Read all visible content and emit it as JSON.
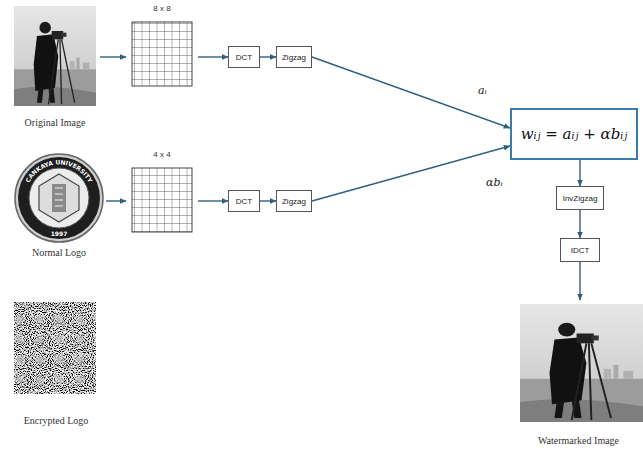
{
  "diagram": {
    "nodes": [
      {
        "text": [
          "Original Image"
        ]
      },
      {
        "text": [
          "8 x 8"
        ]
      },
      {
        "text": [
          "DCT"
        ]
      },
      {
        "text": [
          "Zigzag"
        ]
      },
      {
        "text": [
          "Normal Logo"
        ]
      },
      {
        "text": [
          "4 x 4"
        ]
      },
      {
        "text": [
          "DCT"
        ]
      },
      {
        "text": [
          "Zigzag"
        ]
      },
      {
        "text": [
          "wᵢⱼ = aᵢⱼ + αbᵢⱼ"
        ]
      },
      {
        "text": [
          "InvZigzag"
        ]
      },
      {
        "text": [
          "IDCT"
        ]
      },
      {
        "text": [
          "Watermarked Image"
        ]
      },
      {
        "text": [
          "Encrypted Logo"
        ]
      }
    ],
    "edges": [
      {
        "from": 0,
        "to": 1,
        "arrow": "to"
      },
      {
        "from": 1,
        "to": 2,
        "arrow": "to"
      },
      {
        "from": 2,
        "to": 3,
        "arrow": "to"
      },
      {
        "from": 3,
        "to": 8,
        "label": "aᵢ",
        "arrow": "to"
      },
      {
        "from": 4,
        "to": 5,
        "arrow": "to"
      },
      {
        "from": 5,
        "to": 6,
        "arrow": "to"
      },
      {
        "from": 6,
        "to": 7,
        "arrow": "to"
      },
      {
        "from": 7,
        "to": 8,
        "label": "αbᵢ",
        "arrow": "to"
      },
      {
        "from": 8,
        "to": 9,
        "arrow": "to"
      },
      {
        "from": 9,
        "to": 10,
        "arrow": "to"
      },
      {
        "from": 10,
        "to": 11,
        "arrow": "to"
      }
    ],
    "labels": [
      "CANKAYA UNIVERSITY",
      "1997"
    ]
  }
}
